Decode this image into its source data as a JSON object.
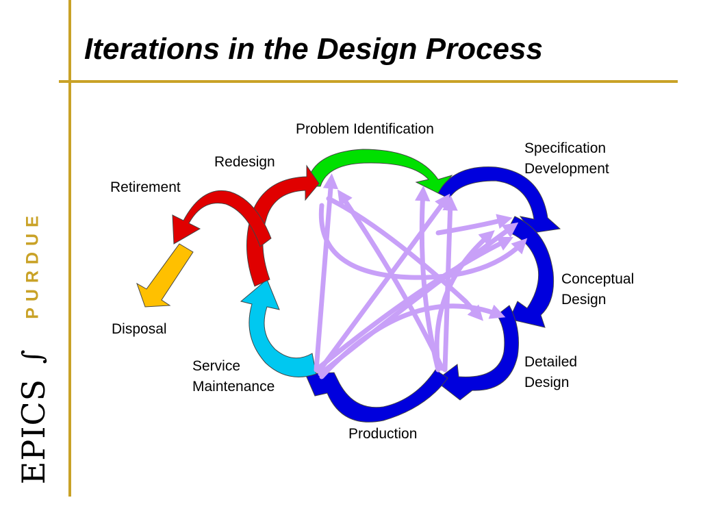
{
  "title": "Iterations in the Design Process",
  "brand": {
    "purdue": "PURDUE",
    "integral": "∫",
    "epics": "EPICS"
  },
  "colors": {
    "accent_gold": "#c9a227",
    "problem_identification": "#00e000",
    "specification_conceptual_detailed_production": "#0000dd",
    "service_maintenance": "#00c8f0",
    "redesign_retirement": "#e00000",
    "disposal": "#ffc000",
    "iteration_arrows": "#c8a0f8"
  },
  "stages": {
    "problem_identification": {
      "lines": [
        "Problem Identification"
      ]
    },
    "specification_development": {
      "lines": [
        "Specification",
        "Development"
      ]
    },
    "conceptual_design": {
      "lines": [
        "Conceptual",
        "Design"
      ]
    },
    "detailed_design": {
      "lines": [
        "Detailed",
        "Design"
      ]
    },
    "production": {
      "lines": [
        "Production"
      ]
    },
    "service_maintenance": {
      "lines": [
        "Service",
        "Maintenance"
      ]
    },
    "redesign": {
      "lines": [
        "Redesign"
      ]
    },
    "retirement": {
      "lines": [
        "Retirement"
      ]
    },
    "disposal": {
      "lines": [
        "Disposal"
      ]
    }
  }
}
